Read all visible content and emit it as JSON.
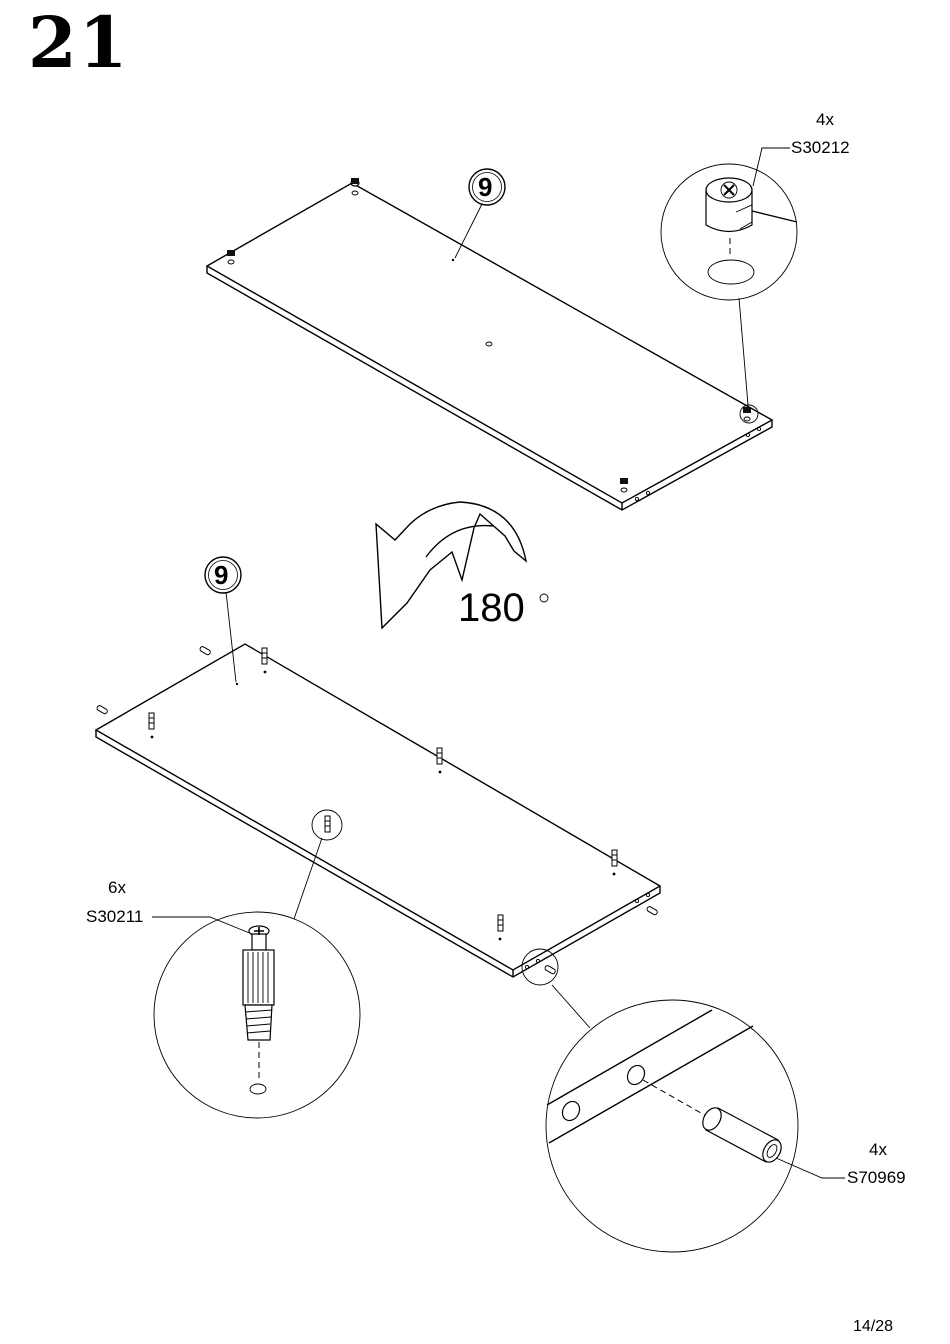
{
  "page": {
    "step_number": "21",
    "page_indicator": "14/28"
  },
  "parts": {
    "panel_label": "9",
    "cam_lock": {
      "quantity": "4x",
      "code": "S30212"
    },
    "cam_bolt": {
      "quantity": "6x",
      "code": "S30211"
    },
    "dowel": {
      "quantity": "4x",
      "code": "S70969"
    }
  },
  "rotation": {
    "angle_label": "180",
    "degree_symbol": "°"
  }
}
